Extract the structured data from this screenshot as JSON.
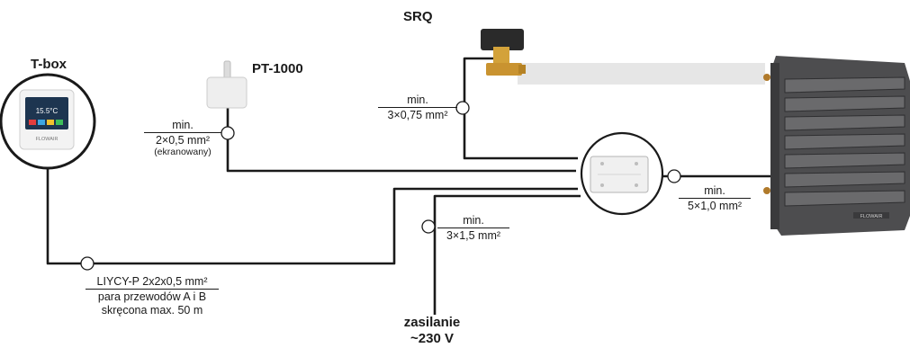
{
  "devices": {
    "tbox": {
      "title": "T-box"
    },
    "pt1000": {
      "title": "PT-1000"
    },
    "srq": {
      "title": "SRQ"
    }
  },
  "cables": {
    "pt1000": {
      "label_top": "min.",
      "label_bottom": "2×0,5 mm²",
      "note": "(ekranowany)"
    },
    "srq": {
      "label_top": "min.",
      "label_bottom": "3×0,75 mm²"
    },
    "heater": {
      "label_top": "min.",
      "label_bottom": "5×1,0 mm²"
    },
    "power_cable": {
      "label_top": "min.",
      "label_bottom": "3×1,5 mm²"
    },
    "tbox": {
      "label_top": "LIYCY-P 2x2x0,5 mm²",
      "line2": "para przewodów A i B",
      "line3": "skręcona max. 50 m"
    }
  },
  "power": {
    "line1": "zasilanie",
    "line2": "~230 V"
  },
  "tbox_screen": {
    "temp": "15.5°C",
    "brand": "FLOWAIR"
  },
  "heater_brand": "FLOWAIR",
  "colors": {
    "wire": "#1a1a1a",
    "pipe": "#e6e6e6",
    "heater": "#4d4d4f"
  }
}
